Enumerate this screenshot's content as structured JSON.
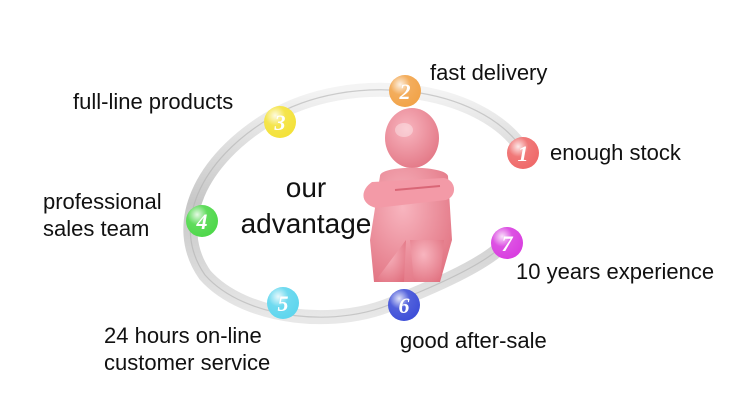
{
  "center": {
    "line1": "our",
    "line2": "advantage"
  },
  "items": [
    {
      "num": "1",
      "label": "enough stock",
      "color": "#ef6a6a"
    },
    {
      "num": "2",
      "label": "fast delivery",
      "color": "#f2a44a"
    },
    {
      "num": "3",
      "label": "full-line products",
      "color": "#f4e23a"
    },
    {
      "num": "4",
      "label_line1": "professional",
      "label_line2": "sales team",
      "color": "#4fd84b"
    },
    {
      "num": "5",
      "label_line1": "24 hours on-line",
      "label_line2": "customer service",
      "color": "#5fd6ee"
    },
    {
      "num": "6",
      "label": "good after-sale",
      "color": "#3f50d8"
    },
    {
      "num": "7",
      "label": "10 years experience",
      "color": "#d93fe0"
    }
  ],
  "colors": {
    "ring": "#c9c9c9",
    "figure": "#f28c9a"
  }
}
